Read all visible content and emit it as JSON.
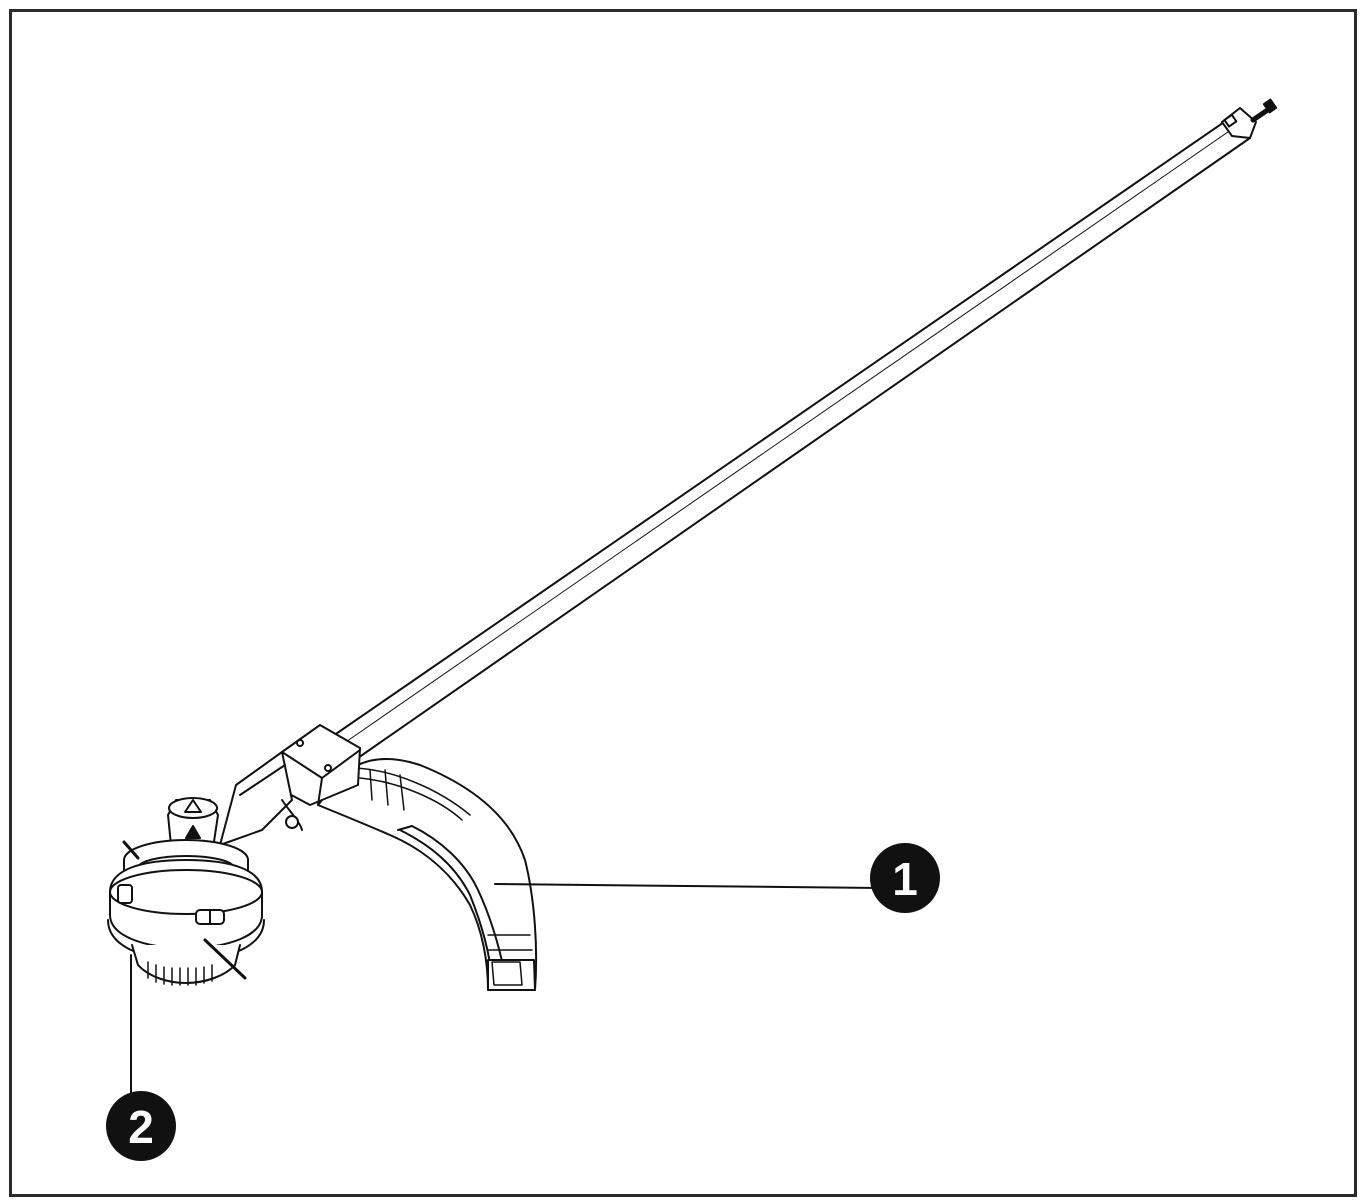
{
  "figure": {
    "callouts": [
      {
        "number": "1",
        "part": "guard"
      },
      {
        "number": "2",
        "part": "trimmer-head"
      }
    ],
    "colors": {
      "line": "#111111",
      "fill": "#ffffff",
      "frame": "#2b2b2b",
      "callout_bg": "#111111",
      "callout_text": "#ffffff"
    }
  }
}
